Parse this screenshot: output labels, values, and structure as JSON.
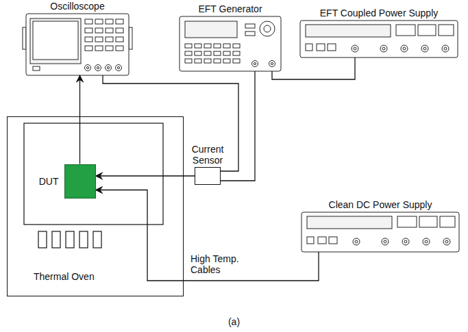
{
  "diagram": {
    "caption": "(a)",
    "nodes": [
      {
        "text": [
          "Oscilloscope"
        ]
      },
      {
        "text": [
          "EFT Generator"
        ]
      },
      {
        "text": [
          "EFT Coupled Power Supply"
        ]
      },
      {
        "text": [
          "Thermal Oven"
        ]
      },
      {
        "text": [
          "DUT"
        ],
        "in": 3
      },
      {
        "text": [
          "Current Sensor"
        ]
      },
      {
        "text": [
          "Clean DC Power Supply"
        ]
      }
    ],
    "edges": [
      {
        "from": 4,
        "to": 0,
        "arrow": "to"
      },
      {
        "from": 0,
        "to": 5,
        "arrow": "none"
      },
      {
        "from": 1,
        "to": 5,
        "arrow": "none"
      },
      {
        "from": 1,
        "to": 2,
        "arrow": "none"
      },
      {
        "from": 5,
        "to": 4,
        "arrow": "to"
      },
      {
        "from": 6,
        "to": 4,
        "arrow": "to"
      }
    ],
    "labels": [
      "High Temp. Cables"
    ]
  }
}
